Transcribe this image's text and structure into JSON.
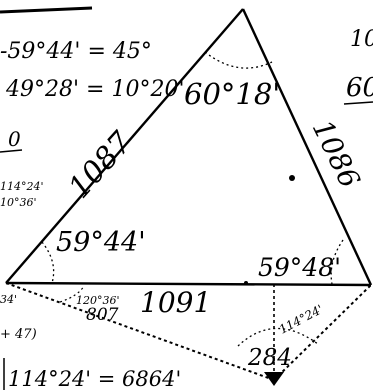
{
  "triangle": {
    "side_left": "1087",
    "side_right": "1086",
    "side_bottom": "1091",
    "angle_top": "60°18'",
    "angle_left": "59°44'",
    "angle_right": "59°48'"
  },
  "lower_figure": {
    "segment_length": "807",
    "segment_short": "284",
    "angle_114": "114°24'",
    "small_angle": "120°36'"
  },
  "left_margin": {
    "line1": "-59°44' = 45°",
    "line2": "49°28' = 10°20'",
    "line3": "0",
    "line4": "114°24'",
    "line5": "10°36'",
    "line6": "34'",
    "line7": "+ 47)",
    "line8": "114°24' = 6864'"
  },
  "right_margin": {
    "line1": "10",
    "line2": "60"
  }
}
